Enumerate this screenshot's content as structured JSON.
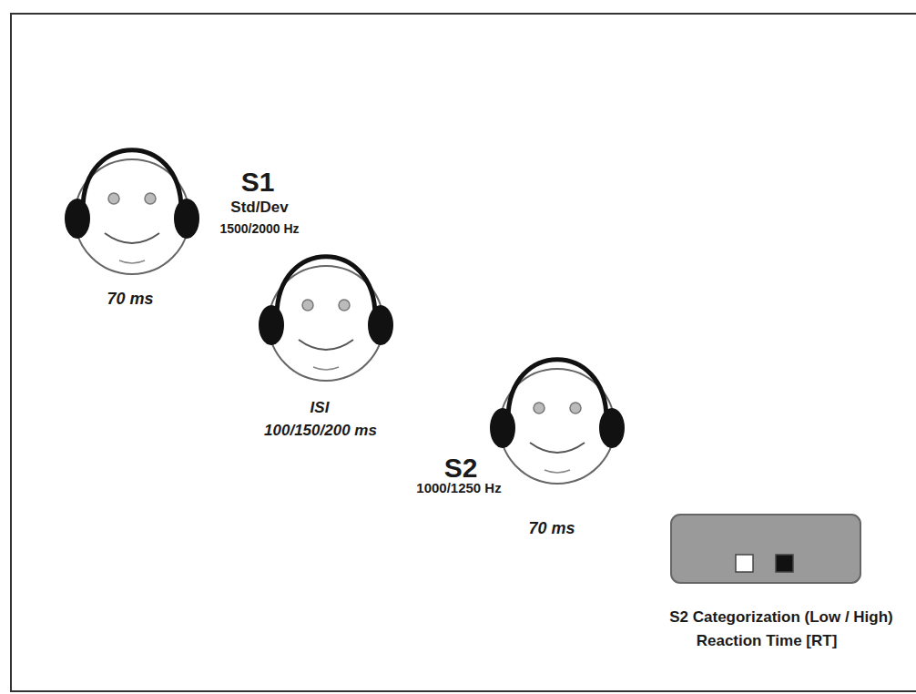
{
  "diagram": {
    "labels": [
      "S1",
      "Std/Dev",
      "1500/2000 Hz",
      "70 ms",
      "ISI",
      "100/150/200 ms",
      "S2",
      "1000/1250 Hz",
      "70 ms",
      "S2 Categorization (Low / High)",
      "Reaction Time [RT]"
    ]
  }
}
